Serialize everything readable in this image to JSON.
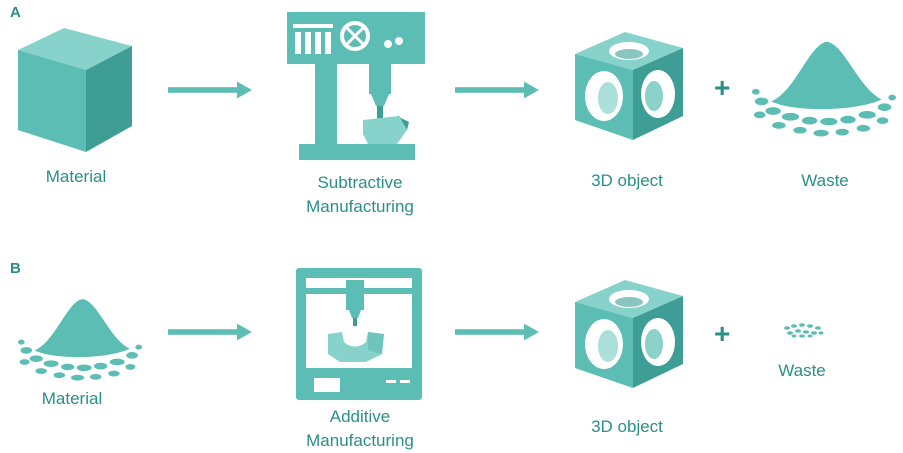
{
  "colors": {
    "teal": "#5bbdb3",
    "teal_dark": "#3e9e95",
    "teal_light": "#87d3cb",
    "text": "#2a8f86"
  },
  "row_a": {
    "section_label": "A",
    "material_label": "Material",
    "process_label_line1": "Subtractive",
    "process_label_line2": "Manufacturing",
    "object_label": "3D object",
    "plus": "+",
    "waste_label": "Waste"
  },
  "row_b": {
    "section_label": "B",
    "material_label": "Material",
    "process_label_line1": "Additive",
    "process_label_line2": "Manufacturing",
    "object_label": "3D object",
    "plus": "+",
    "waste_label": "Waste"
  },
  "icons": {
    "material_cube": "cube-icon",
    "material_powder": "powder-pile-icon",
    "cnc_machine": "cnc-mill-icon",
    "printer": "3d-printer-icon",
    "object": "hollow-cube-icon",
    "waste_large": "waste-pile-icon",
    "waste_small": "waste-scrap-icon",
    "arrow": "arrow-right-icon"
  }
}
